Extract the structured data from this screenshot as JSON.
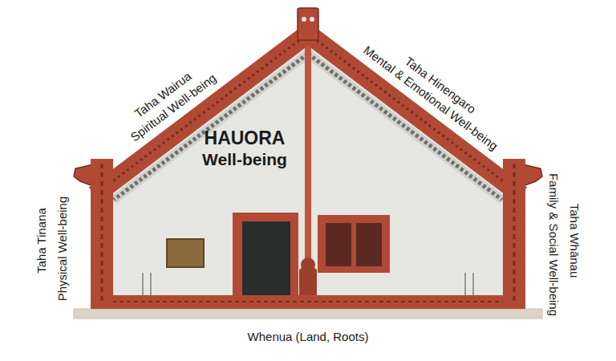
{
  "diagram": {
    "labels": [
      "Taha Wairua",
      "Spiritual Well-being",
      "HAUORA",
      "Well-being",
      "Taha Hinengaro",
      "Mental & Emotional Well-being",
      "Taha Tinana",
      "Physical Well-being",
      "Taha Whānau",
      "Family & Social Well-being",
      "Whenua (Land, Roots)"
    ]
  }
}
